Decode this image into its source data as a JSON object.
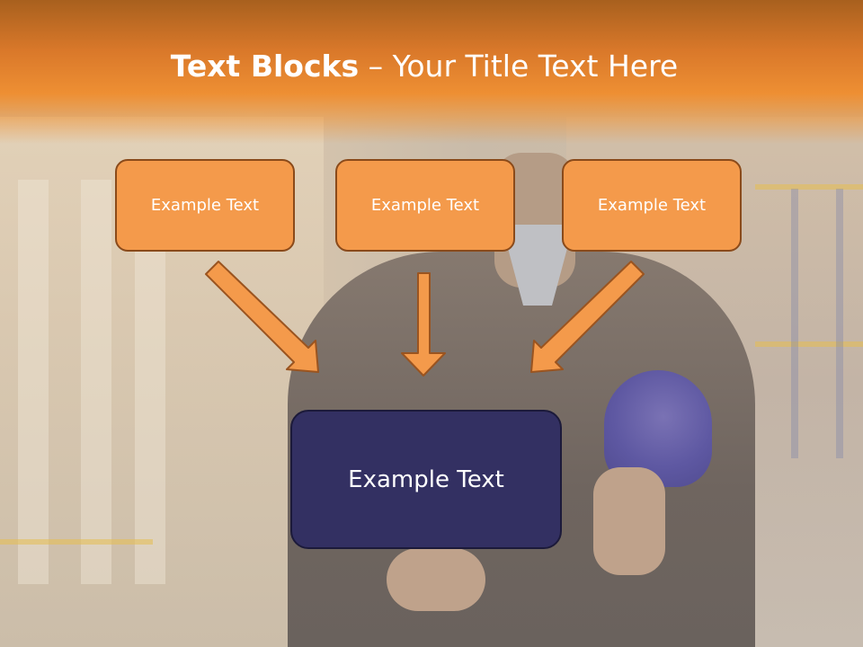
{
  "slide": {
    "title_bold": "Text Blocks",
    "title_rest": " – Your Title Text Here",
    "top_boxes": [
      "Example Text",
      "Example Text",
      "Example Text"
    ],
    "main_box": "Example Text"
  },
  "colors": {
    "header": "#ee8f33",
    "box_fill": "#f49a4b",
    "box_border": "#8a4a1a",
    "main_fill": "#333062",
    "arrow_fill": "#f49a4b"
  }
}
